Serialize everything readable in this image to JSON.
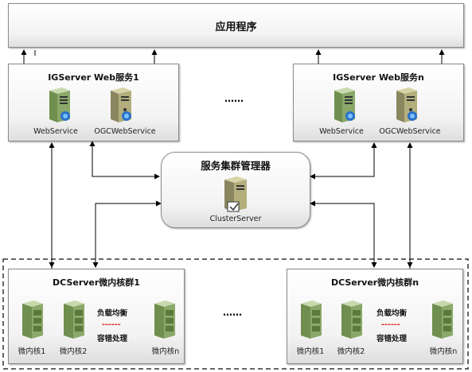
{
  "app": {
    "title": "应用程序"
  },
  "web_groups": [
    {
      "title": "IGServer Web服务1",
      "svc1": "WebService",
      "svc2": "OGCWebService"
    },
    {
      "title": "IGServer Web服务n",
      "svc1": "WebService",
      "svc2": "OGCWebService"
    }
  ],
  "web_ellipsis": "……",
  "manager": {
    "title": "服务集群管理器",
    "server_label": "ClusterServer"
  },
  "dc_groups": [
    {
      "title": "DCServer微内核群1",
      "k1": "微内核1",
      "k2": "微内核2",
      "kn": "微内核n",
      "lb": "负载均衡",
      "dash": "------",
      "ft": "容错处理"
    },
    {
      "title": "DCServer微内核群n",
      "k1": "微内核1",
      "k2": "微内核2",
      "kn": "微内核n",
      "lb": "负载均衡",
      "dash": "------",
      "ft": "容错处理"
    }
  ],
  "dc_ellipsis": "……",
  "colors": {
    "server_green": "#8aa86a",
    "arrow": "#000000",
    "dashed_border": "#333333",
    "dash_red": "#e02020"
  }
}
